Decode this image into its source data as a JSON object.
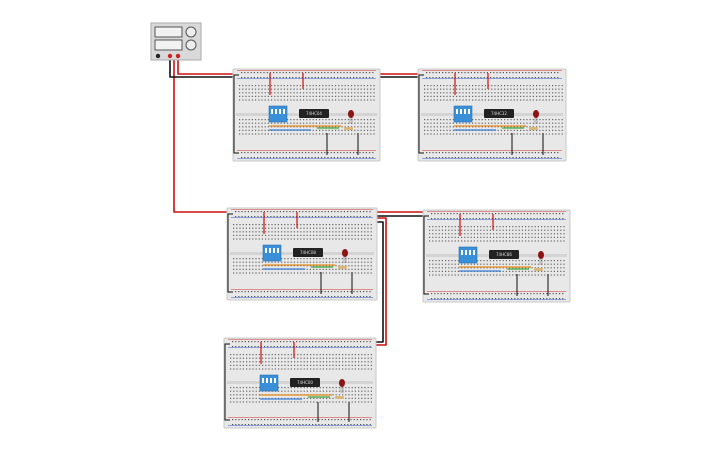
{
  "power_supply": {
    "displays": 2,
    "knobs": 2,
    "terminal_colors": [
      "#222222",
      "#cc2222",
      "#cc2222"
    ]
  },
  "colors": {
    "wire_red": "#cc1111",
    "wire_black": "#111111",
    "board_bg": "#e8e8e8",
    "rail_red": "#d62b2b",
    "rail_blue": "#2b5fd6",
    "dip_switch": "#3a8fd9",
    "led": "#8b1414",
    "wire_orange": "#e88a1c",
    "wire_green": "#3aa83a",
    "wire_blue": "#3a7fd9"
  },
  "boards": [
    {
      "id": "board-1",
      "chip_label": "74HC04"
    },
    {
      "id": "board-2",
      "chip_label": "74HC32"
    },
    {
      "id": "board-3",
      "chip_label": "74HC08"
    },
    {
      "id": "board-4",
      "chip_label": "74HC86"
    },
    {
      "id": "board-5",
      "chip_label": "74HC00"
    }
  ]
}
